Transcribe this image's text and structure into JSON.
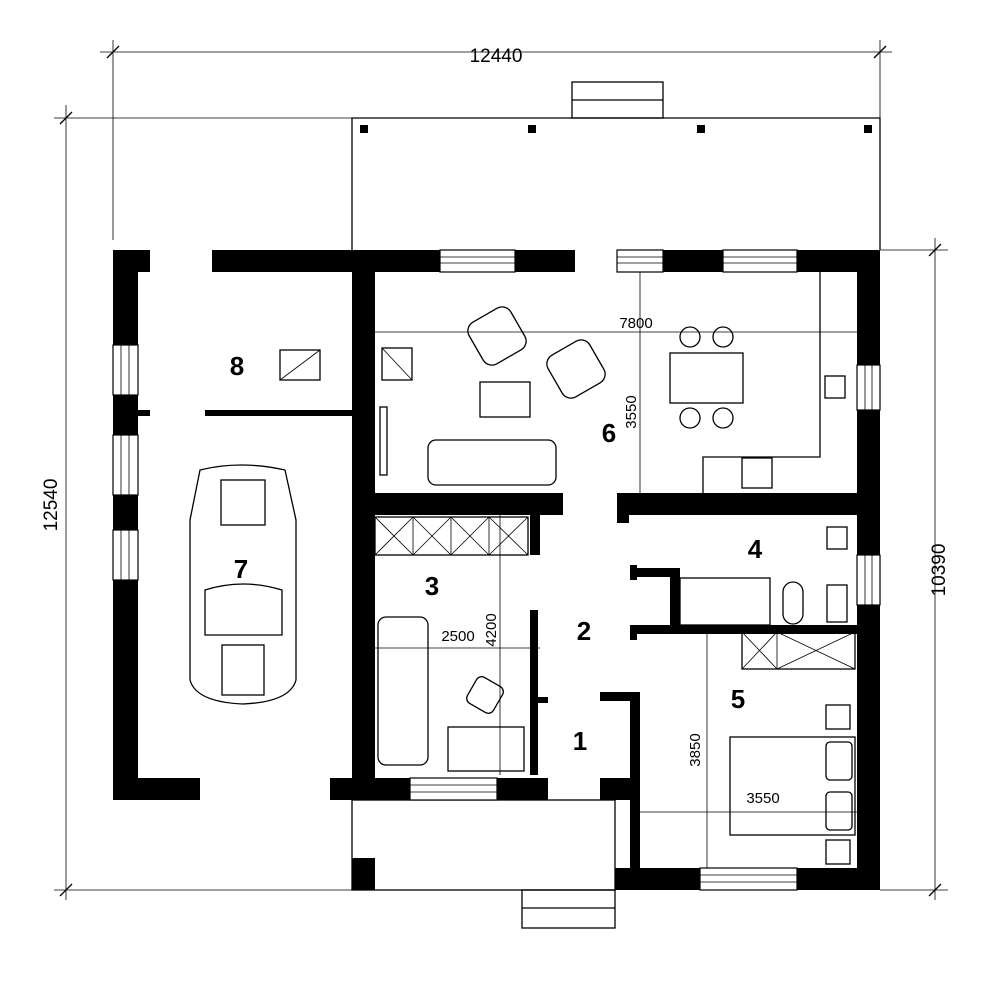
{
  "plan": {
    "overall_width": "12440",
    "overall_depth": "12540",
    "house_depth": "10390",
    "living_width": "7800",
    "living_depth": "3550",
    "room3_width": "2500",
    "room3_depth": "4200",
    "bedroom_width": "3550",
    "bedroom_depth": "3850",
    "rooms": [
      "1",
      "2",
      "3",
      "4",
      "5",
      "6",
      "7",
      "8"
    ],
    "colors": {
      "wall": "#000000",
      "background": "#ffffff"
    }
  }
}
